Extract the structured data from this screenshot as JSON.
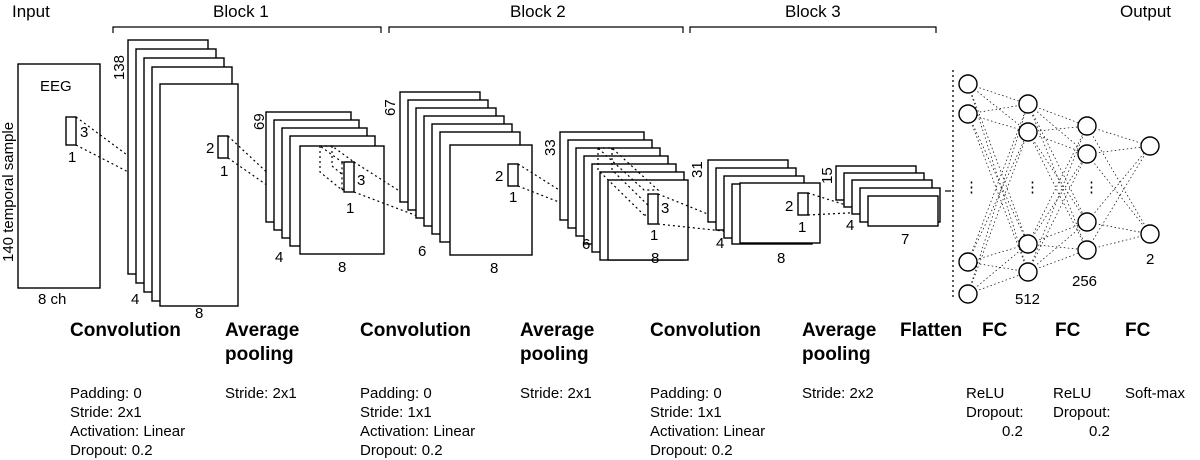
{
  "headers": {
    "input": "Input",
    "block1": "Block 1",
    "block2": "Block 2",
    "block3": "Block 3",
    "output": "Output"
  },
  "input": {
    "eeg": "EEG",
    "temporal": "140 temporal sample",
    "channels": "8 ch",
    "kernel_h": "3",
    "kernel_w": "1"
  },
  "conv1": {
    "depth": "138",
    "front_h": "4",
    "width": "8"
  },
  "pool1": {
    "kernel_h": "2",
    "kernel_w": "1",
    "depth": "69",
    "height": "4",
    "width": "8",
    "kernel2_h": "3",
    "kernel2_w": "1"
  },
  "conv2": {
    "depth": "67",
    "height": "6",
    "width": "8",
    "kernel_h": "2",
    "kernel_w": "1"
  },
  "pool2": {
    "depth": "33",
    "height": "6",
    "width": "8",
    "kernel_h": "3",
    "kernel_w": "1"
  },
  "conv3": {
    "depth": "31",
    "height": "4",
    "width": "8",
    "kernel_h": "2",
    "kernel_w": "1"
  },
  "pool3": {
    "depth": "15",
    "height": "4",
    "width": "7"
  },
  "fc": {
    "fc1_units": "512",
    "fc2_units": "256",
    "out_units": "2",
    "ellipsis": "⋮"
  },
  "operations": [
    {
      "title": [
        "Convolution"
      ],
      "params": [
        "Padding: 0",
        "Stride: 2x1",
        "Activation: Linear",
        "Dropout: 0.2"
      ]
    },
    {
      "title": [
        "Average",
        "pooling"
      ],
      "params": [
        "Stride: 2x1"
      ]
    },
    {
      "title": [
        "Convolution"
      ],
      "params": [
        "Padding: 0",
        "Stride: 1x1",
        "Activation: Linear",
        "Dropout: 0.2"
      ]
    },
    {
      "title": [
        "Average",
        "pooling"
      ],
      "params": [
        "Stride: 2x1"
      ]
    },
    {
      "title": [
        "Convolution"
      ],
      "params": [
        "Padding: 0",
        "Stride: 1x1",
        "Activation: Linear",
        "Dropout: 0.2"
      ]
    },
    {
      "title": [
        "Average",
        "pooling"
      ],
      "params": [
        "Stride: 2x2"
      ]
    },
    {
      "title": [
        "Flatten"
      ],
      "params": []
    },
    {
      "title": [
        "FC"
      ],
      "params": [
        "ReLU",
        "Dropout:",
        "0.2"
      ]
    },
    {
      "title": [
        "FC"
      ],
      "params": [
        "ReLU",
        "Dropout:",
        "0.2"
      ]
    },
    {
      "title": [
        "FC"
      ],
      "params": [
        "Soft-max"
      ]
    }
  ]
}
